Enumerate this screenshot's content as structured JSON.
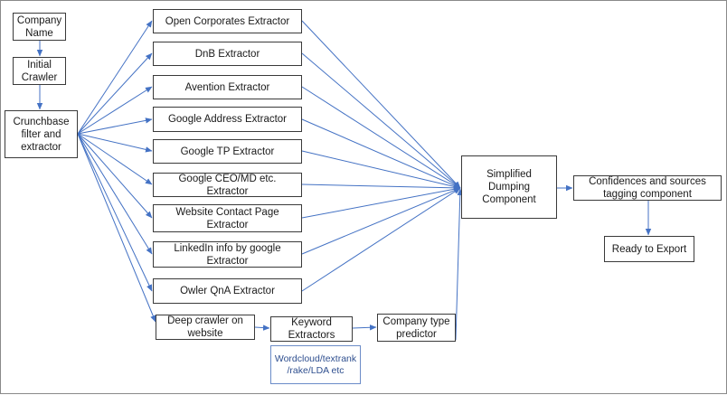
{
  "diagram": {
    "line_color": "#4472c4",
    "box_border_color": "#3a3a3a",
    "note_text_color": "#2f4f8f",
    "nodes": {
      "company_name": "Company Name",
      "initial_crawler": "Initial Crawler",
      "crunchbase": "Crunchbase filter and extractor",
      "extractors": [
        "Open Corporates Extractor",
        "DnB Extractor",
        "Avention Extractor",
        "Google Address Extractor",
        "Google TP Extractor",
        "Google CEO/MD etc. Extractor",
        "Website Contact Page Extractor",
        "LinkedIn info by google Extractor",
        "Owler QnA Extractor"
      ],
      "deep_crawler": "Deep crawler on website",
      "keyword_extractors": "Keyword Extractors",
      "wordcloud_note": "Wordcloud/textrank /rake/LDA etc",
      "company_type_predictor": "Company type predictor",
      "dumping": "Simplified Dumping Component",
      "confidences": "Confidences and sources tagging component",
      "ready": "Ready to Export"
    }
  }
}
